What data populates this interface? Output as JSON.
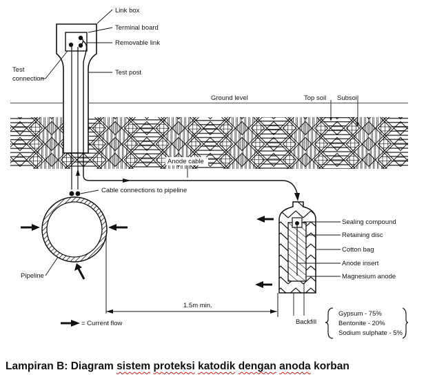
{
  "diagram": {
    "labels": {
      "link_box": "Link box",
      "terminal_board": "Terminal board",
      "removable_link": "Removable link",
      "test_connection_1": "Test",
      "test_connection_2": "connection",
      "test_post": "Test post",
      "ground_level": "Ground level",
      "top_soil": "Top soil",
      "subsoil": "Subsoil",
      "anode_cable": "Anode cable",
      "cable_connections": "Cable connections to pipeline",
      "pipeline": "Pipeline",
      "sealing_compound": "Sealing compound",
      "retaining_disc": "Retaining disc",
      "cotton_bag": "Cotton bag",
      "anode_insert": "Anode insert",
      "magnesium_anode": "Magnesium anode",
      "distance": "1.5m min.",
      "current_flow_legend": "= Current flow",
      "backfill": "Backfill"
    },
    "backfill_composition": [
      {
        "material": "Gypsum",
        "percent": 75,
        "text": "Gypsum - 75%"
      },
      {
        "material": "Bentonite",
        "percent": 20,
        "text": "Bentonite - 20%"
      },
      {
        "material": "Sodium sulphate",
        "percent": 5,
        "text": "Sodium sulphate - 5%"
      }
    ]
  },
  "caption": {
    "prefix": "Lampiran B: Diagram ",
    "w1": "sistem",
    "w2": "proteksi",
    "w3": "katodik",
    "w4": "dengan",
    "w5": "anoda",
    "suffix": "korban"
  }
}
